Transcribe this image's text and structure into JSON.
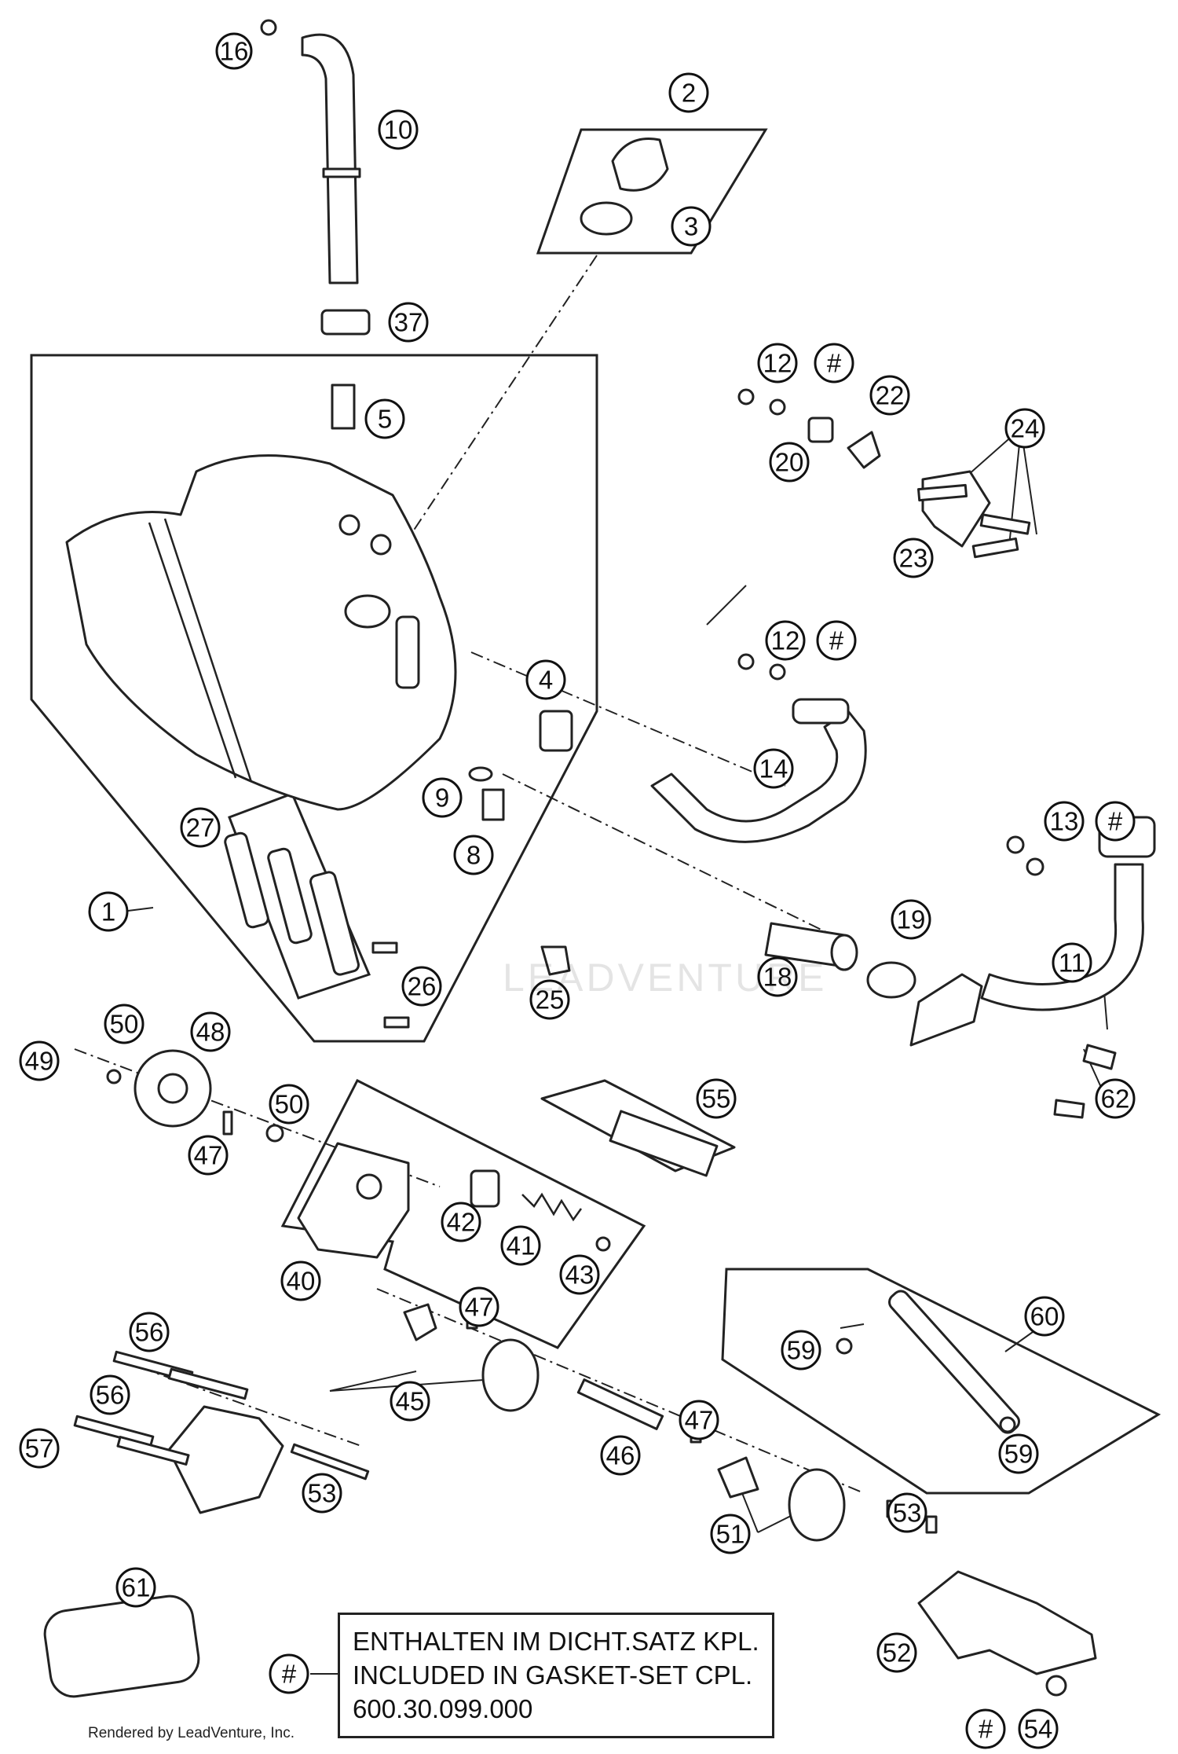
{
  "diagram": {
    "note": {
      "symbol": "#",
      "line1": "ENTHALTEN IM DICHT.SATZ KPL.",
      "line2": "INCLUDED IN GASKET-SET CPL.",
      "line3": "600.30.099.000"
    },
    "credit": "Rendered by LeadVenture, Inc.",
    "watermark": "LEADVENTURE",
    "callouts": [
      "16",
      "10",
      "37",
      "2",
      "3",
      "5",
      "12",
      "#",
      "22",
      "20",
      "24",
      "23",
      "4",
      "12",
      "#",
      "14",
      "9",
      "8",
      "27",
      "1",
      "26",
      "25",
      "18",
      "19",
      "13",
      "#",
      "11",
      "50",
      "48",
      "49",
      "47",
      "50",
      "55",
      "62",
      "42",
      "41",
      "43",
      "40",
      "47",
      "60",
      "59",
      "59",
      "56",
      "56",
      "57",
      "53",
      "45",
      "46",
      "47",
      "51",
      "53",
      "52",
      "61",
      "#",
      "#",
      "54"
    ]
  }
}
